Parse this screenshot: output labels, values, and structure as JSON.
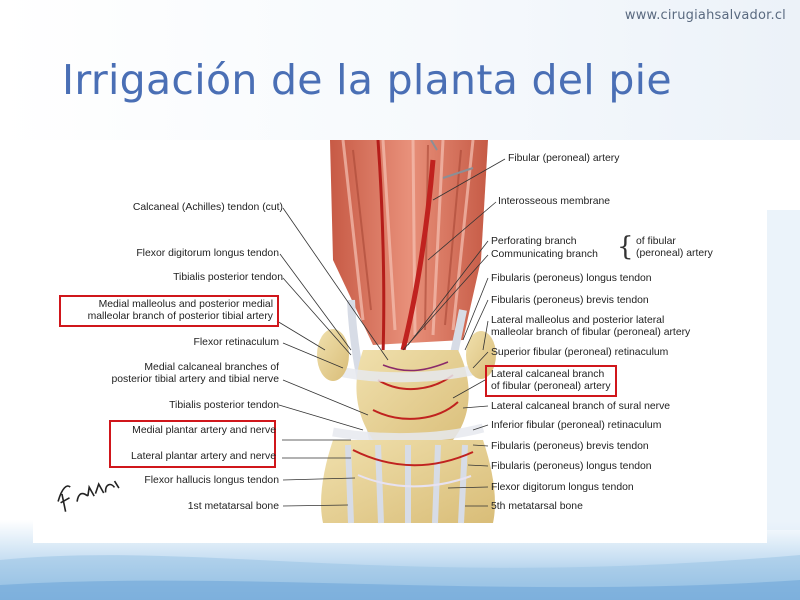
{
  "header": {
    "site_url": "www.cirugiahsalvador.cl",
    "title": "Irrigación de la planta del pie"
  },
  "figure": {
    "signature": "F. Netter M.D.",
    "left_labels": [
      {
        "id": "calcaneal-tendon",
        "line1": "Calcaneal (Achilles) tendon (cut)",
        "line2": "",
        "highlighted": false
      },
      {
        "id": "fdl-tendon",
        "line1": "Flexor digitorum longus tendon",
        "line2": "",
        "highlighted": false
      },
      {
        "id": "tibialis-post-tendon-1",
        "line1": "Tibialis posterior tendon",
        "line2": "",
        "highlighted": false
      },
      {
        "id": "medial-malleolus",
        "line1": "Medial malleolus and posterior medial",
        "line2": "malleolar branch of posterior tibial artery",
        "highlighted": true
      },
      {
        "id": "flexor-retinaculum",
        "line1": "Flexor retinaculum",
        "line2": "",
        "highlighted": false
      },
      {
        "id": "medial-calcaneal",
        "line1": "Medial calcaneal branches of",
        "line2": "posterior tibial artery and tibial nerve",
        "highlighted": false
      },
      {
        "id": "tibialis-post-tendon-2",
        "line1": "Tibialis posterior tendon",
        "line2": "",
        "highlighted": false
      },
      {
        "id": "medial-plantar",
        "line1": "Medial plantar artery and nerve",
        "line2": "",
        "highlighted": true
      },
      {
        "id": "lateral-plantar",
        "line1": "Lateral plantar artery and nerve",
        "line2": "",
        "highlighted": true
      },
      {
        "id": "fhl-tendon",
        "line1": "Flexor hallucis longus tendon",
        "line2": "",
        "highlighted": false
      },
      {
        "id": "first-metatarsal",
        "line1": "1st metatarsal bone",
        "line2": "",
        "highlighted": false
      }
    ],
    "right_labels": [
      {
        "id": "fibular-artery",
        "line1": "Fibular (peroneal) artery",
        "line2": "",
        "highlighted": false
      },
      {
        "id": "interosseous",
        "line1": "Interosseous membrane",
        "line2": "",
        "highlighted": false
      },
      {
        "id": "perforating",
        "line1": "Perforating branch",
        "line2": "",
        "highlighted": false
      },
      {
        "id": "communicating",
        "line1": "Communicating branch",
        "line2": "",
        "highlighted": false
      },
      {
        "id": "fib-longus-1",
        "line1": "Fibularis (peroneus) longus tendon",
        "line2": "",
        "highlighted": false
      },
      {
        "id": "fib-brevis-1",
        "line1": "Fibularis (peroneus) brevis tendon",
        "line2": "",
        "highlighted": false
      },
      {
        "id": "lateral-malleolus",
        "line1": "Lateral malleolus and posterior lateral",
        "line2": "malleolar branch of fibular (peroneal) artery",
        "highlighted": false
      },
      {
        "id": "sup-fib-ret",
        "line1": "Superior fibular (peroneal) retinaculum",
        "line2": "",
        "highlighted": false
      },
      {
        "id": "lat-calc-fib",
        "line1": "Lateral calcaneal branch",
        "line2": "of fibular (peroneal) artery",
        "highlighted": true
      },
      {
        "id": "lat-calc-sural",
        "line1": "Lateral calcaneal branch of sural nerve",
        "line2": "",
        "highlighted": false
      },
      {
        "id": "inf-fib-ret",
        "line1": "Inferior fibular (peroneal) retinaculum",
        "line2": "",
        "highlighted": false
      },
      {
        "id": "fib-brevis-2",
        "line1": "Fibularis (peroneus) brevis tendon",
        "line2": "",
        "highlighted": false
      },
      {
        "id": "fib-longus-2",
        "line1": "Fibularis (peroneus) longus tendon",
        "line2": "",
        "highlighted": false
      },
      {
        "id": "fdl-tendon-2",
        "line1": "Flexor digitorum longus tendon",
        "line2": "",
        "highlighted": false
      },
      {
        "id": "fifth-metatarsal",
        "line1": "5th metatarsal bone",
        "line2": "",
        "highlighted": false
      }
    ],
    "brace_text_line1": "of fibular",
    "brace_text_line2": "(peroneal) artery"
  },
  "colors": {
    "title": "#4a6fb5",
    "highlight_box": "#d0161b",
    "muscle": "#d9705a",
    "artery": "#c0221f",
    "bone": "#e9d59a",
    "tendon": "#d8dde6"
  }
}
